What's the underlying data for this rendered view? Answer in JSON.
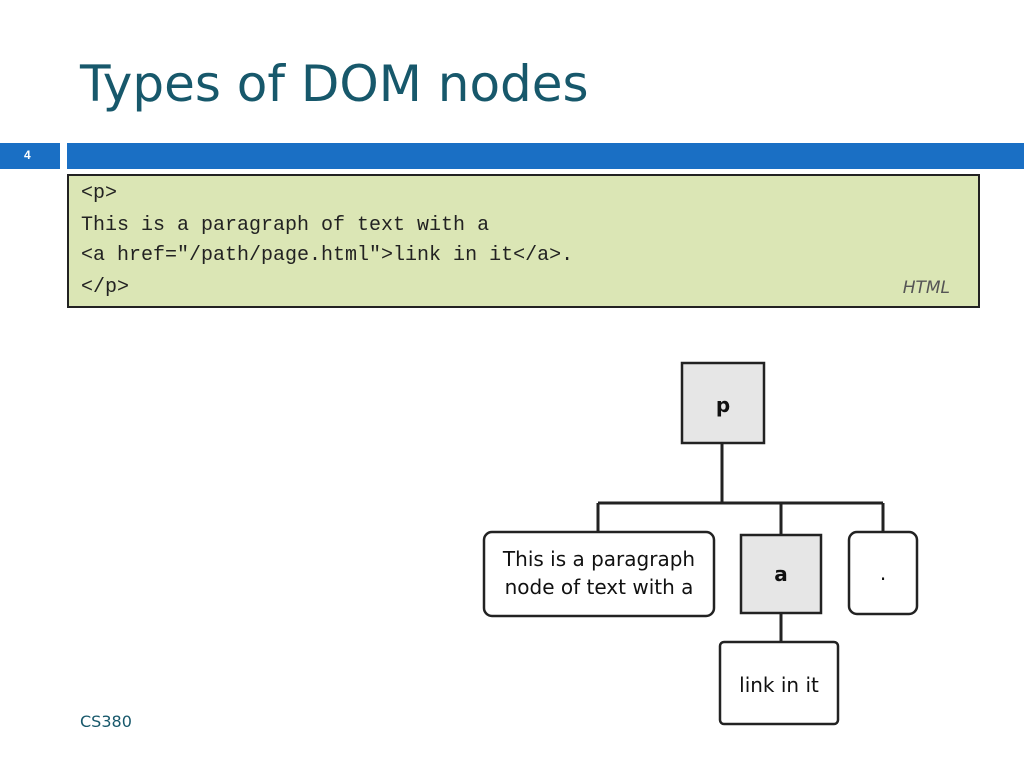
{
  "slide": {
    "title": "Types of DOM nodes",
    "number": "4",
    "footer": "CS380"
  },
  "code": {
    "lines": [
      "<p>",
      "This is a paragraph of text with a",
      "<a href=\"/path/page.html\">link in it</a>.",
      "</p>"
    ],
    "language": "HTML"
  },
  "tree": {
    "root": "p",
    "text_node_line1": "This is a paragraph",
    "text_node_line2": "node of text with a",
    "element_node": "a",
    "period_node": ".",
    "link_text_node": "link in it"
  },
  "colors": {
    "title": "#17586b",
    "bar": "#1a6fc4",
    "code_background": "#dbe6b5",
    "element_node_fill": "#e6e6e6"
  }
}
